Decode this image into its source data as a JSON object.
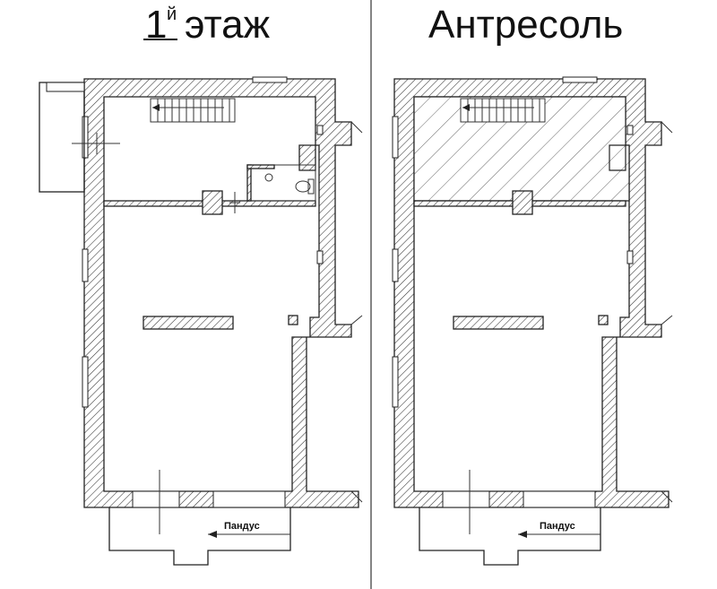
{
  "floor1": {
    "title_num": "1",
    "title_sup": "й",
    "title_word": "этаж",
    "ramp_label": "Пандус"
  },
  "mezzanine": {
    "title": "Антресоль",
    "ramp_label": "Пандус"
  }
}
